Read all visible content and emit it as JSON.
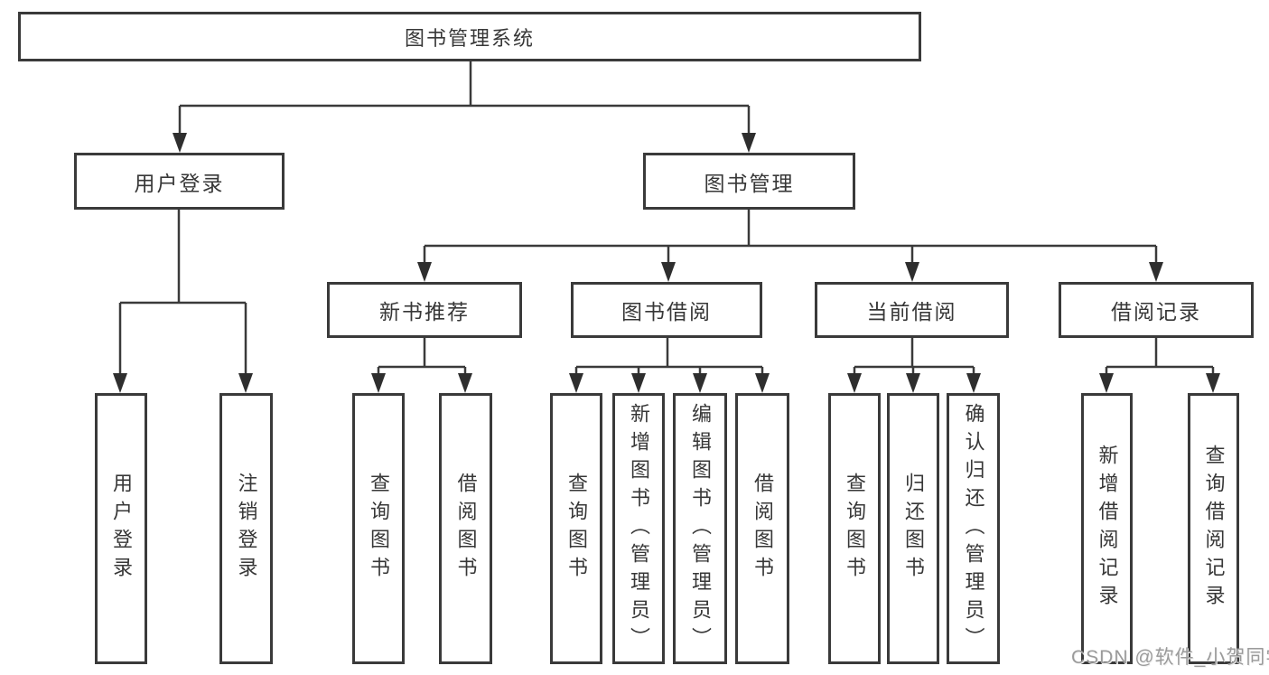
{
  "tree": {
    "label": "图书管理系统",
    "children": [
      {
        "label": "用户登录",
        "children": [
          {
            "label": "用户登录"
          },
          {
            "label": "注销登录"
          }
        ]
      },
      {
        "label": "图书管理",
        "children": [
          {
            "label": "新书推荐",
            "children": [
              {
                "label": "查询图书"
              },
              {
                "label": "借阅图书"
              }
            ]
          },
          {
            "label": "图书借阅",
            "children": [
              {
                "label": "查询图书"
              },
              {
                "label": "新增图书（管理员）"
              },
              {
                "label": "编辑图书（管理员）"
              },
              {
                "label": "借阅图书"
              }
            ]
          },
          {
            "label": "当前借阅",
            "children": [
              {
                "label": "查询图书"
              },
              {
                "label": "归还图书"
              },
              {
                "label": "确认归还（管理员）"
              }
            ]
          },
          {
            "label": "借阅记录",
            "children": [
              {
                "label": "新增借阅记录"
              },
              {
                "label": "查询借阅记录"
              }
            ]
          }
        ]
      }
    ]
  },
  "colors": {
    "line": "#3a3a3a",
    "text": "#373737",
    "watermark": "#9b9b9b",
    "background": "#ffffff"
  },
  "watermark": {
    "text": "CSDN @软件_小贺同学"
  }
}
